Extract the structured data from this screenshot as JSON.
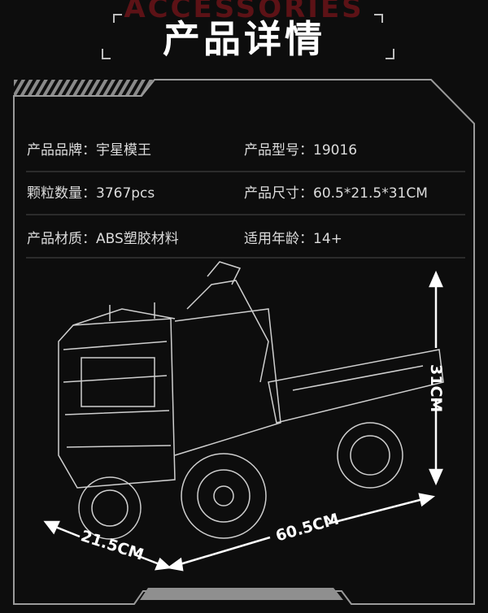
{
  "header": {
    "title": "产品详情",
    "background_word": "ACCESSORIES"
  },
  "specs": [
    {
      "label": "产品品牌：",
      "value": "宇星模王"
    },
    {
      "label": "产品型号：",
      "value": "19016"
    },
    {
      "label": "颗粒数量：",
      "value": "3767pcs"
    },
    {
      "label": "产品尺寸：",
      "value": "60.5*21.5*31CM"
    },
    {
      "label": "产品材质：",
      "value": "ABS塑胶材料"
    },
    {
      "label": "适用年龄：",
      "value": "14+"
    }
  ],
  "dimensions": {
    "height": "31CM",
    "width": "21.5CM",
    "length": "60.5CM"
  },
  "colors": {
    "background": "#0d0d0d",
    "frame": "#9a9a9a",
    "accent_red": "#6a1418"
  }
}
